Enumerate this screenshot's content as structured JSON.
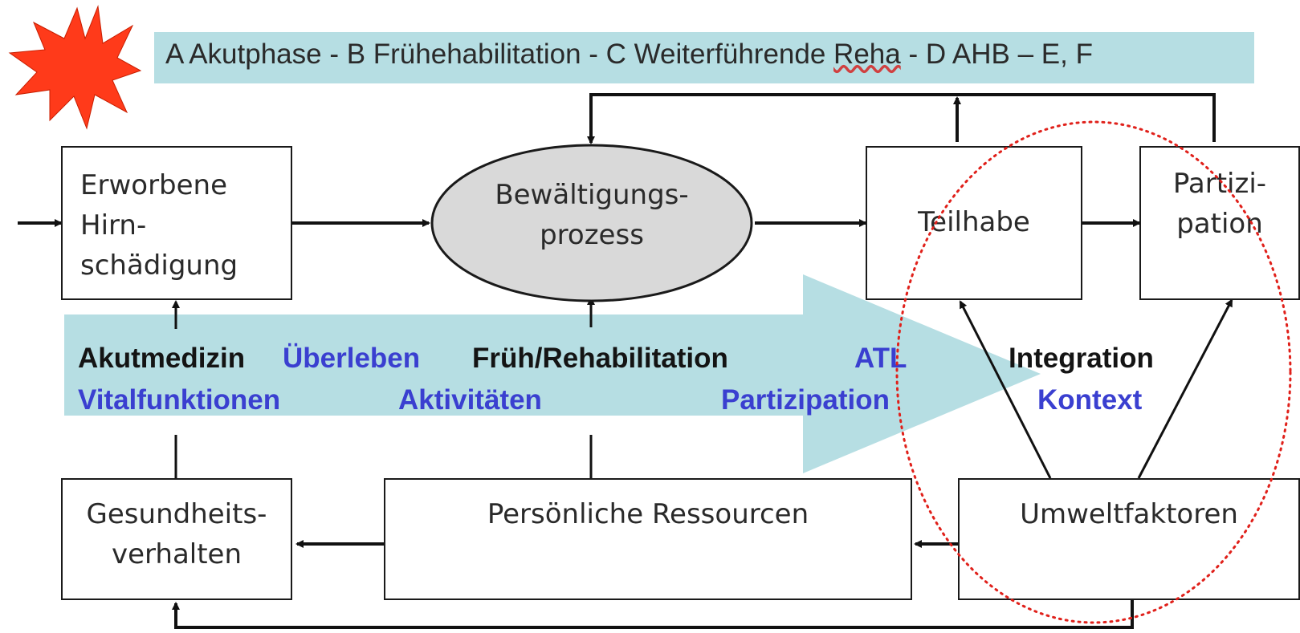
{
  "banner": {
    "before": "A Akutphase - B Frühehabilitation - C Weiterführende ",
    "reha": "Reha",
    "after": " - D AHB – E, F"
  },
  "boxes": {
    "hirn": [
      "Erworbene",
      "Hirn-",
      "schädigung"
    ],
    "bewaeltigung": [
      "Bewältigungs-",
      "prozess"
    ],
    "teilhabe": "Teilhabe",
    "partizipation": [
      "Partizi-",
      "pation"
    ],
    "gesundheit": [
      "Gesundheits-",
      "verhalten"
    ],
    "ressourcen": "Persönliche Ressourcen",
    "umwelt": "Umweltfaktoren"
  },
  "arrow_labels": {
    "akutmedizin": "Akutmedizin",
    "ueberleben": "Überleben",
    "frueh": "Früh/Rehabilitation",
    "atl": "ATL",
    "integration": "Integration",
    "vitalfunktionen": "Vitalfunktionen",
    "aktivitaeten": "Aktivitäten",
    "partizipation": "Partizipation",
    "kontext": "Kontext"
  },
  "colors": {
    "banner": "#b6dee3",
    "arrow": "#b6dee3",
    "burst": "#ff3a1a",
    "highlight_circle": "#e0201a",
    "label_blue": "#3a3fd0",
    "label_dark": "#141414"
  },
  "icons": {
    "burst": "starburst-icon"
  }
}
